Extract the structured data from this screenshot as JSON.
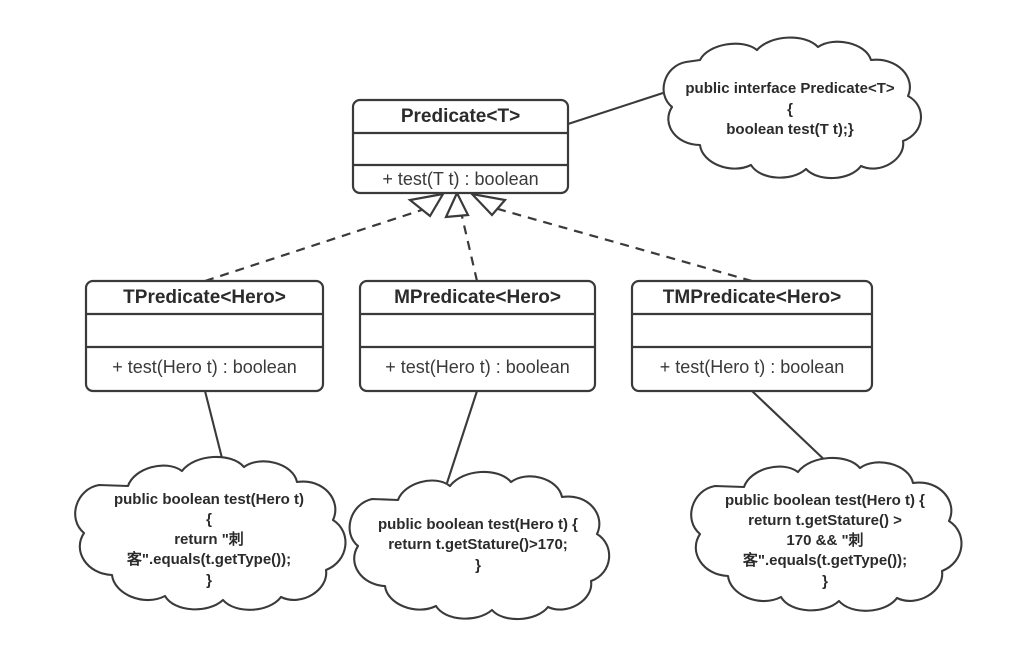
{
  "diagram": {
    "title": "Predicate interface UML class diagram",
    "type": "uml-class-diagram",
    "stroke_color": "#3a3a3a",
    "text_color": "#2b2b2b",
    "background_color": "#ffffff"
  },
  "classes": [
    {
      "id": "predicate",
      "name": "Predicate<T>",
      "attributes": [],
      "methods": [
        "+ test(T t) : boolean"
      ],
      "role": "interface"
    },
    {
      "id": "tpredicate",
      "name": "TPredicate<Hero>",
      "attributes": [],
      "methods": [
        "+ test(Hero t) : boolean"
      ],
      "role": "implementation"
    },
    {
      "id": "mpredicate",
      "name": "MPredicate<Hero>",
      "attributes": [],
      "methods": [
        "+ test(Hero t) : boolean"
      ],
      "role": "implementation"
    },
    {
      "id": "tmpredicate",
      "name": "TMPredicate<Hero>",
      "attributes": [],
      "methods": [
        "+ test(Hero t) : boolean"
      ],
      "role": "implementation"
    }
  ],
  "notes": [
    {
      "id": "note-predicate",
      "attached_to": "predicate",
      "lines": [
        "public interface Predicate<T>",
        "{",
        "boolean test(T t);}"
      ]
    },
    {
      "id": "note-tpredicate",
      "attached_to": "tpredicate",
      "lines": [
        "public boolean test(Hero t)",
        "{",
        "return \"刺",
        "客\".equals(t.getType());",
        "}"
      ]
    },
    {
      "id": "note-mpredicate",
      "attached_to": "mpredicate",
      "lines": [
        "public boolean test(Hero t) {",
        "return t.getStature()>170;",
        "}"
      ]
    },
    {
      "id": "note-tmpredicate",
      "attached_to": "tmpredicate",
      "lines": [
        "public boolean test(Hero t) {",
        "return t.getStature() >",
        "170 && \"刺",
        "客\".equals(t.getType());",
        "}"
      ]
    }
  ],
  "relationships": [
    {
      "from": "tpredicate",
      "to": "predicate",
      "type": "realization",
      "style": "dashed-hollow-triangle"
    },
    {
      "from": "mpredicate",
      "to": "predicate",
      "type": "realization",
      "style": "dashed-hollow-triangle"
    },
    {
      "from": "tmpredicate",
      "to": "predicate",
      "type": "realization",
      "style": "dashed-hollow-triangle"
    },
    {
      "from": "note-predicate",
      "to": "predicate",
      "type": "note-anchor",
      "style": "solid"
    },
    {
      "from": "note-tpredicate",
      "to": "tpredicate",
      "type": "note-anchor",
      "style": "solid"
    },
    {
      "from": "note-mpredicate",
      "to": "mpredicate",
      "type": "note-anchor",
      "style": "solid"
    },
    {
      "from": "note-tmpredicate",
      "to": "tmpredicate",
      "type": "note-anchor",
      "style": "solid"
    }
  ]
}
